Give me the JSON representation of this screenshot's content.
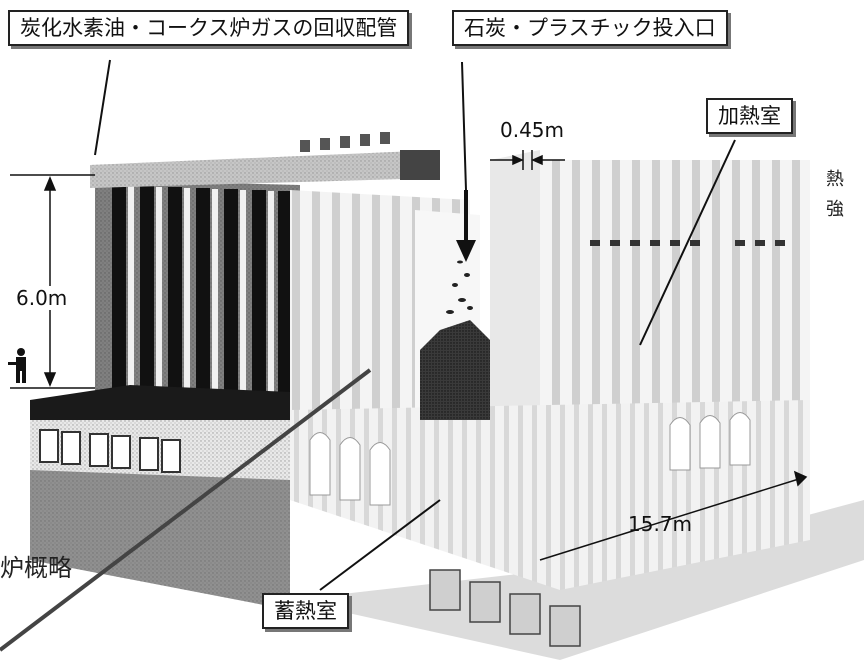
{
  "labels": {
    "recovery_pipe": "炭化水素油・コークス炉ガスの回収配管",
    "charging_port": "石炭・プラスチック投入口",
    "heating_chamber": "加熱室",
    "regenerator": "蓄熱室"
  },
  "dimensions": {
    "wall_gap": "0.45m",
    "height": "6.0m",
    "length": "15.7m"
  },
  "side_text": {
    "left": "炉概略",
    "right_top": "熱",
    "right_bottom": "強"
  }
}
